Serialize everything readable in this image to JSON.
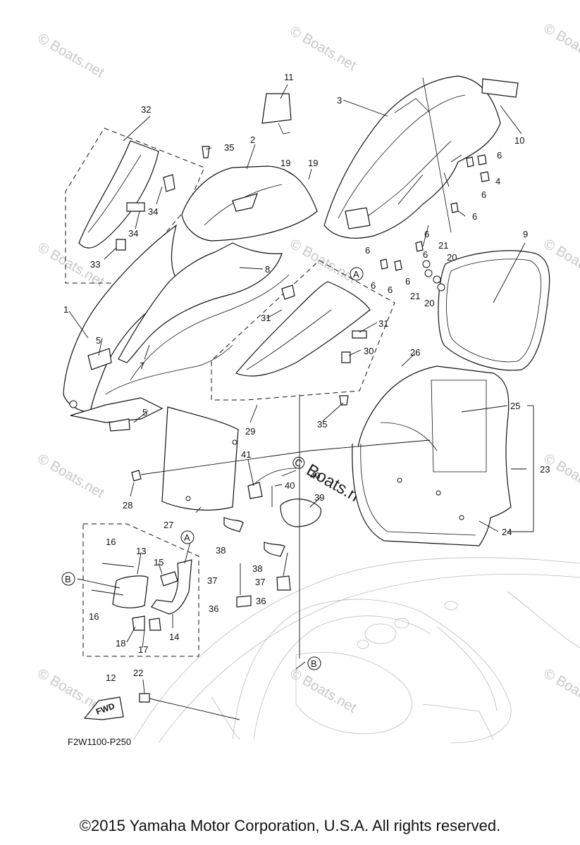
{
  "watermark": {
    "text": "© Boats.net",
    "center_text": "© Boats.net"
  },
  "diagram_code": "F2W1100-P250",
  "fwd_label": "FWD",
  "copyright": "©2015 Yamaha Motor Corporation, U.S.A. All rights reserved.",
  "callouts": {
    "c1": "1",
    "c2": "2",
    "c3": "3",
    "c4": "4",
    "c5a": "5",
    "c5b": "5",
    "c6a": "6",
    "c6b": "6",
    "c6c": "6",
    "c6d": "6",
    "c6e": "6",
    "c6f": "6",
    "c6g": "6",
    "c6h": "6",
    "c7": "7",
    "c8": "8",
    "c9": "9",
    "c10": "10",
    "c11": "11",
    "c12": "12",
    "c13": "13",
    "c14": "14",
    "c15": "15",
    "c16a": "16",
    "c16b": "16",
    "c17": "17",
    "c18": "18",
    "c19a": "19",
    "c19b": "19",
    "c20a": "20",
    "c20b": "20",
    "c21a": "21",
    "c21b": "21",
    "c22": "22",
    "c23": "23",
    "c24": "24",
    "c25": "25",
    "c26": "26",
    "c27": "27",
    "c28": "28",
    "c29": "29",
    "c30": "30",
    "c31a": "31",
    "c31b": "31",
    "c32": "32",
    "c33": "33",
    "c34a": "34",
    "c34b": "34",
    "c35a": "35",
    "c35b": "35",
    "c36a": "36",
    "c36b": "36",
    "c37a": "37",
    "c37b": "37",
    "c38a": "38",
    "c38b": "38",
    "c39": "39",
    "c40a": "40",
    "c40b": "40",
    "c41": "41"
  },
  "refs": {
    "refA1": "A",
    "refA2": "A",
    "refB1": "B",
    "refB2": "B"
  }
}
